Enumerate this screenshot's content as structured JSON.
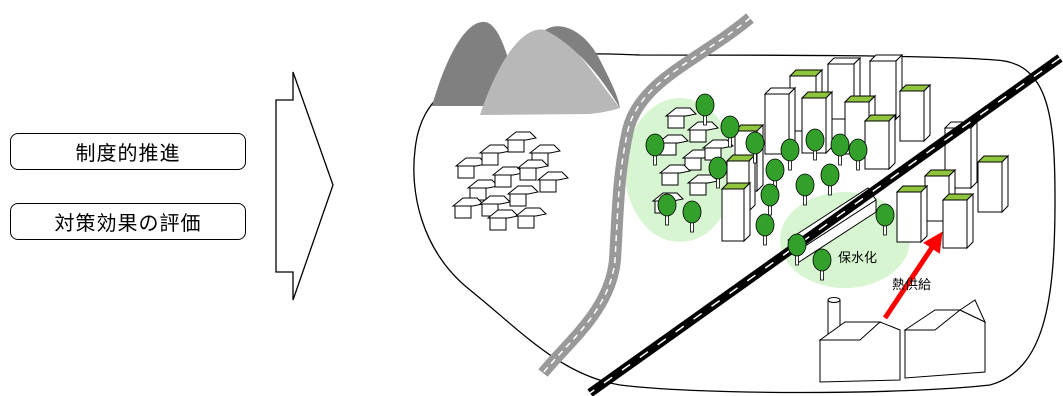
{
  "left_panel": {
    "policy_label": "制度的推進",
    "evaluation_label": "対策効果の評価"
  },
  "scene": {
    "water_retention_label": "保水化",
    "heat_supply_label": "熱供給"
  },
  "colors": {
    "greenery": "#d6f5d0",
    "tree_foliage": "#33a02c",
    "roof_green": "#8fc43d",
    "mountain_dark": "#808080",
    "mountain_light": "#b8b8b8",
    "heat_arrow": "#ff0000"
  }
}
